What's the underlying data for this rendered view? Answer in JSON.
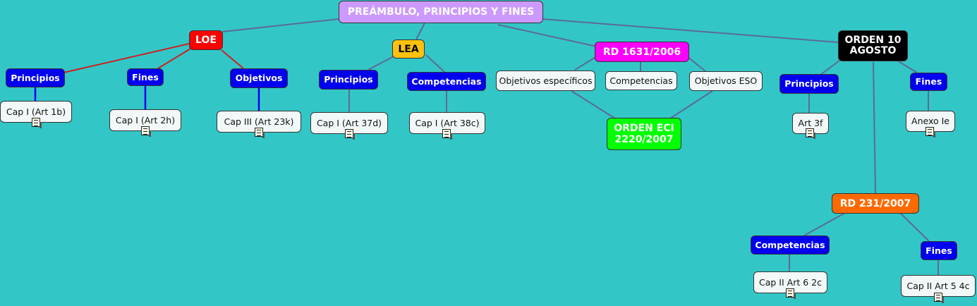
{
  "colors": {
    "background": "#33c6c7",
    "link": "#5b6b96",
    "loe_link": "#cc2020",
    "blue_link": "#0000ee"
  },
  "nodes": {
    "preambulo": "PREÁMBULO, PRINCIPIOS Y FINES",
    "loe": "LOE",
    "loe_principios": "Principios",
    "loe_fines": "Fines",
    "loe_objetivos": "Objetivos",
    "loe_cap1_1b": "Cap I (Art 1b)",
    "loe_cap1_2h": "Cap I (Art 2h)",
    "loe_cap3_23k": "Cap III (Art 23k)",
    "lea": "LEA",
    "lea_principios": "Principios",
    "lea_competencias": "Competencias",
    "lea_cap1_37d": "Cap I (Art 37d)",
    "lea_cap1_38c": "Cap I (Art 38c)",
    "rd1631": "RD 1631/2006",
    "rd1631_objetivos_especificos": "Objetivos específicos",
    "rd1631_competencias": "Competencias",
    "rd1631_objetivos_eso": "Objetivos ESO",
    "orden_eci": "ORDEN ECI\n2220/2007",
    "orden10": "ORDEN 10\nAGOSTO",
    "orden10_principios": "Principios",
    "orden10_fines": "Fines",
    "orden10_art3f": "Art 3f",
    "orden10_anexo": "Anexo Ie",
    "rd231": "RD 231/2007",
    "rd231_competencias": "Competencias",
    "rd231_fines": "Fines",
    "rd231_cap2_6_2c": "Cap II Art 6 2c",
    "rd231_cap2_5_4c": "Cap II Art 5 4c"
  },
  "icons": {
    "document": "document-icon"
  }
}
